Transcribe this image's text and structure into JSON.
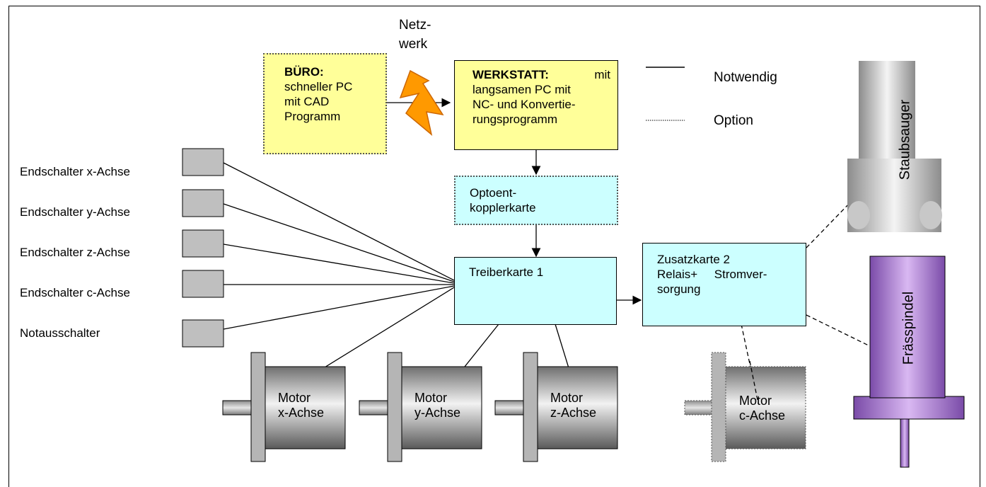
{
  "network_label": [
    "Netz-",
    "werk"
  ],
  "office_box": {
    "title": "BÜRO:",
    "lines": [
      "schneller PC",
      "mit CAD",
      "Programm"
    ]
  },
  "workshop_box": {
    "title": "WERKSTATT:",
    "title_suffix": "mit",
    "lines": [
      "langsamen PC mit",
      "NC- und Konvertie-",
      "rungsprogramm"
    ]
  },
  "legend": {
    "required": "Notwendig",
    "option": "Option"
  },
  "optocoupler_box": {
    "lines": [
      "Optoent-",
      "kopplerkarte"
    ]
  },
  "driver_box": {
    "label": "Treiberkarte 1"
  },
  "extra_box": {
    "lines": [
      "Zusatzkarte 2",
      "Relais+     Stromver-",
      "sorgung"
    ]
  },
  "switches": [
    "Endschalter x-Achse",
    "Endschalter y-Achse",
    "Endschalter z-Achse",
    "Endschalter c-Achse",
    "Notausschalter"
  ],
  "motors": [
    {
      "line1": "Motor",
      "line2": "x-Achse"
    },
    {
      "line1": "Motor",
      "line2": "y-Achse"
    },
    {
      "line1": "Motor",
      "line2": "z-Achse"
    },
    {
      "line1": "Motor",
      "line2": "c-Achse"
    }
  ],
  "vacuum_label": "Staubsauger",
  "spindle_label": "Frässpindel",
  "colors": {
    "yellow": "#ffff99",
    "cyan": "#ccffff",
    "orange": "#ff9900",
    "gray": "#bfbfbf",
    "purple": "#9966cc"
  }
}
